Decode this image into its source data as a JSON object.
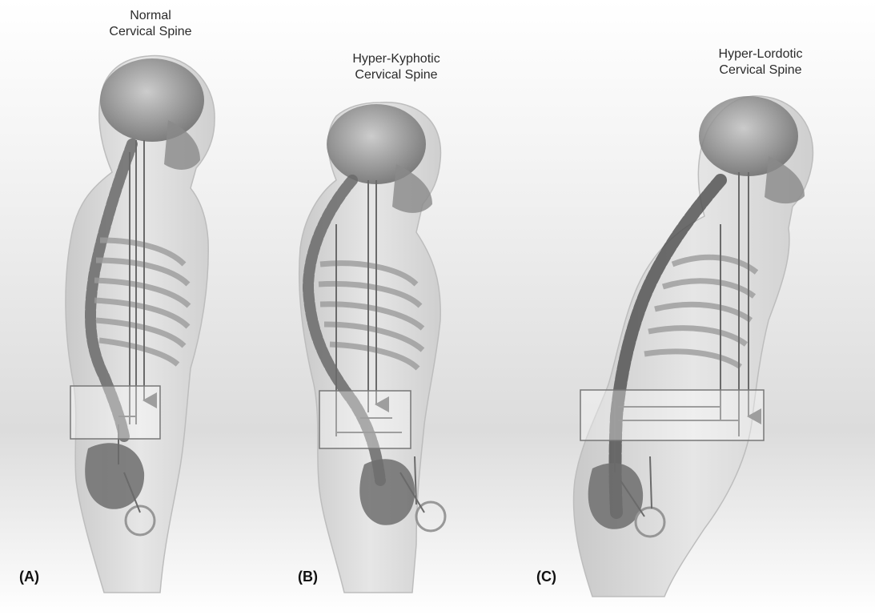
{
  "figure": {
    "panels": [
      {
        "letter": "(A)",
        "title_line1": "Normal",
        "title_line2": "Cervical Spine"
      },
      {
        "letter": "(B)",
        "title_line1": "Hyper-Kyphotic",
        "title_line2": "Cervical Spine"
      },
      {
        "letter": "(C)",
        "title_line1": "Hyper-Lordotic",
        "title_line2": "Cervical Spine"
      }
    ],
    "colors": {
      "body": "#d6d6d6",
      "bone": "#9a9a9a",
      "bone_dark": "#5e5e5e",
      "plumb_line": "#6a6a6a",
      "box_stroke": "#777777"
    }
  }
}
